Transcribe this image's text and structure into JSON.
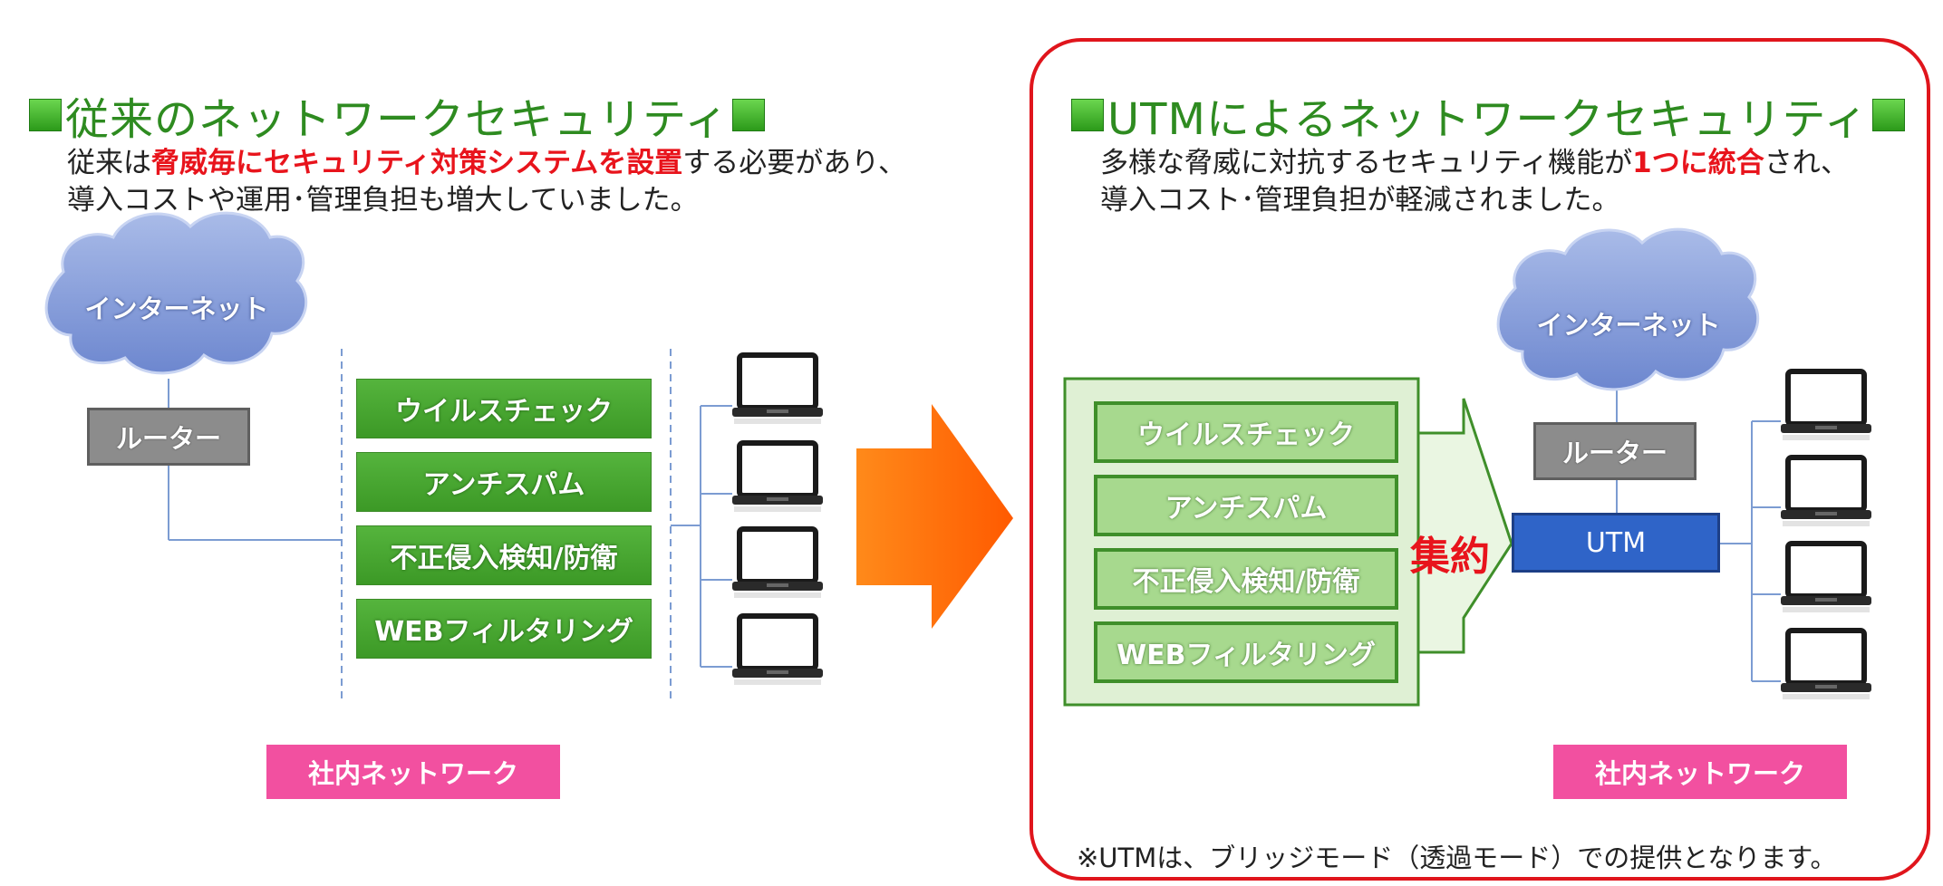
{
  "left": {
    "heading": "従来のネットワークセキュリティ",
    "desc_line1_pre": "従来は",
    "desc_line1_red": "脅威毎にセキュリティ対策システムを設置",
    "desc_line1_post": "する必要があり、",
    "desc_line2": "導入コストや運用･管理負担も増大していました。",
    "cloud_label": "インターネット",
    "router_label": "ルーター",
    "features": [
      "ウイルスチェック",
      "アンチスパム",
      "不正侵入検知/防衛",
      "WEBフィルタリング"
    ],
    "lan_label": "社内ネットワーク"
  },
  "right": {
    "heading": "UTMによるネットワークセキュリティ",
    "desc_line1_pre": "多様な脅威に対抗するセキュリティ機能が",
    "desc_line1_red": "1つに統合",
    "desc_line1_post": "され、",
    "desc_line2": "導入コスト･管理負担が軽減されました。",
    "cloud_label": "インターネット",
    "router_label": "ルーター",
    "utm_label": "UTM",
    "features": [
      "ウイルスチェック",
      "アンチスパム",
      "不正侵入検知/防衛",
      "WEBフィルタリング"
    ],
    "aggregate_label": "集約",
    "lan_label": "社内ネットワーク",
    "note": "※UTMは、ブリッジモード（透過モード）での提供となります。"
  },
  "colors": {
    "heading_green": "#2e8b20",
    "emphasis_red": "#e8141c",
    "feature_green": "#4aa832",
    "lan_pink": "#f250a0",
    "utm_blue": "#2f64c8",
    "arrow_orange": "#ff6a00",
    "panel_border": "#e0151c"
  },
  "icons": [
    "cloud-icon",
    "laptop-icon",
    "right-arrow-icon"
  ]
}
